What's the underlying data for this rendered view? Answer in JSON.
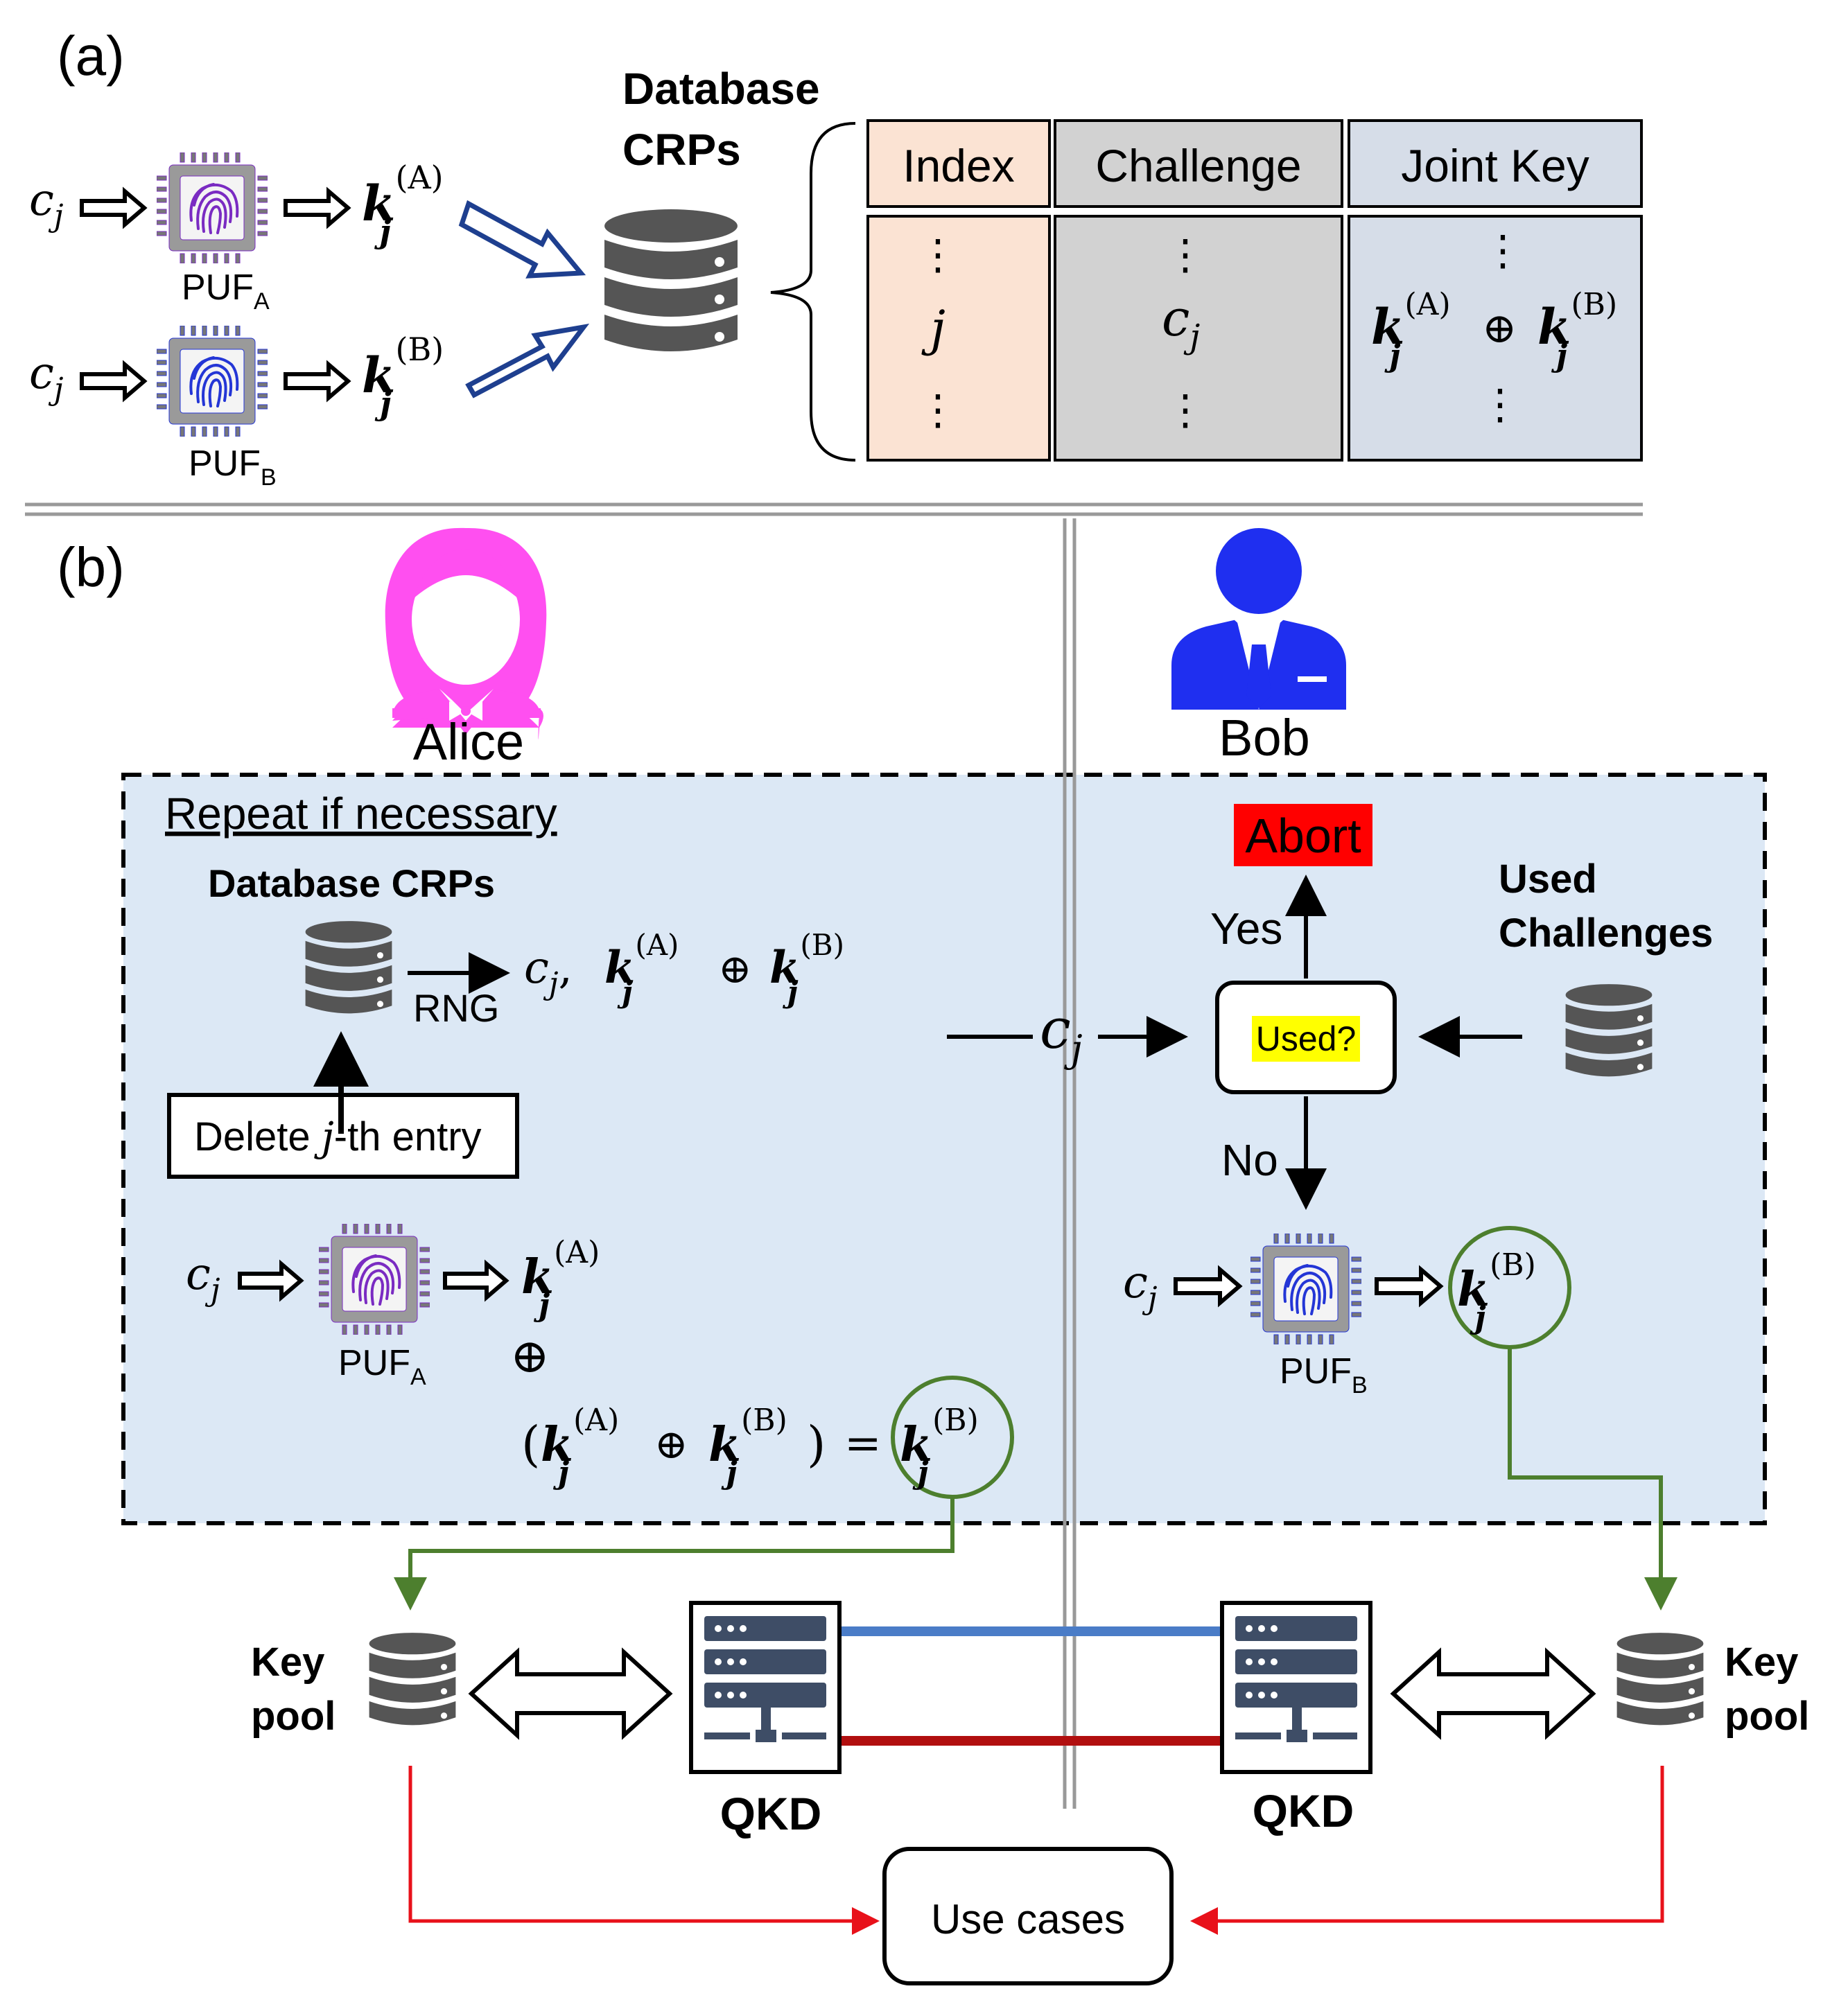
{
  "panel_a": {
    "label": "(a)",
    "chal_sym": "c",
    "chal_sub": "j",
    "puf_a_label": "PUF",
    "puf_a_sub": "A",
    "puf_b_label": "PUF",
    "puf_b_sub": "B",
    "key_sym": "k",
    "key_sub": "j",
    "key_a_sup": "(A)",
    "key_b_sup": "(B)",
    "db_title_line1": "Database",
    "db_title_line2": "CRPs",
    "table": {
      "headers": [
        "Index",
        "Challenge",
        "Joint Key"
      ],
      "dots": "⋮",
      "index_value": "j",
      "challenge_sym": "c",
      "challenge_sub": "j",
      "xor": "⊕"
    }
  },
  "panel_b": {
    "label": "(b)",
    "alice_name": "Alice",
    "bob_name": "Bob",
    "repeat_label": "Repeat if necessary",
    "db_crps": "Database CRPs",
    "rng_label": "RNG",
    "delete_prefix": "Delete ",
    "delete_j": "j",
    "delete_suffix": "-th entry",
    "comma": ",",
    "xor": "⊕",
    "eq": "=",
    "lparen": "(",
    "rparen": ")",
    "abort_label": "Abort",
    "yes_label": "Yes",
    "no_label": "No",
    "used_label": "Used?",
    "used_challenges_line1": "Used",
    "used_challenges_line2": "Challenges",
    "key_pool_line1": "Key",
    "key_pool_line2": "pool",
    "qkd_label": "QKD",
    "use_cases_label": "Use cases"
  },
  "colors": {
    "alice": "#ff4ff0",
    "bob": "#1f2ff0",
    "index_fill": "#fbe3d3",
    "challenge_fill": "#d2d2d2",
    "jointkey_fill": "#d6dde8",
    "region_fill": "#dce8f5",
    "abort_fill": "#ff0000",
    "used_fill": "#ffff00",
    "green": "#4d7f2e",
    "red": "#e8111a",
    "quantum_blue": "#4a7cc7",
    "classical_red": "#b10f0f",
    "db_gray": "#555555",
    "server_navy": "#3e4d66"
  }
}
